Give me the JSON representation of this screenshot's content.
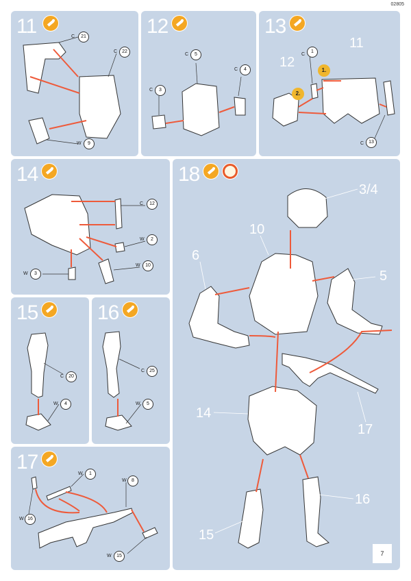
{
  "doc_code": "02805",
  "page_number": "7",
  "colors": {
    "panel": "#c7d5e6",
    "arrow": "#ee5a3a",
    "glue": "#f4a723"
  },
  "icons": {
    "glue": "glue-tube-icon",
    "drying": "clock-icon"
  },
  "steps": {
    "s11": {
      "number": "11",
      "parts": {
        "c21": "21",
        "c22": "22",
        "w9": "9"
      }
    },
    "s12": {
      "number": "12",
      "parts": {
        "c5": "5",
        "c4": "4",
        "c3": "3"
      }
    },
    "s13": {
      "number": "13",
      "labels": {
        "n12": "12",
        "n11": "11"
      },
      "order": [
        "1.",
        "2."
      ],
      "parts": {
        "c1": "1",
        "c13": "13"
      }
    },
    "s14": {
      "number": "14",
      "parts": {
        "c12": "12",
        "w2": "2",
        "w3": "3",
        "w10": "10"
      }
    },
    "s15": {
      "number": "15",
      "parts": {
        "c20": "20",
        "w4": "4"
      }
    },
    "s16": {
      "number": "16",
      "parts": {
        "c25": "25",
        "w5": "5"
      }
    },
    "s17": {
      "number": "17",
      "parts": {
        "w1": "1",
        "w8": "8",
        "w16": "16",
        "w15": "15"
      }
    },
    "s18": {
      "number": "18",
      "labels": {
        "helmet": "3/4",
        "vest": "10",
        "arm_left": "6",
        "arm_right": "5",
        "rifle": "17",
        "pants": "14",
        "leg_left": "15",
        "leg_right": "16"
      }
    }
  },
  "prefix": {
    "c": "C",
    "w": "W"
  }
}
